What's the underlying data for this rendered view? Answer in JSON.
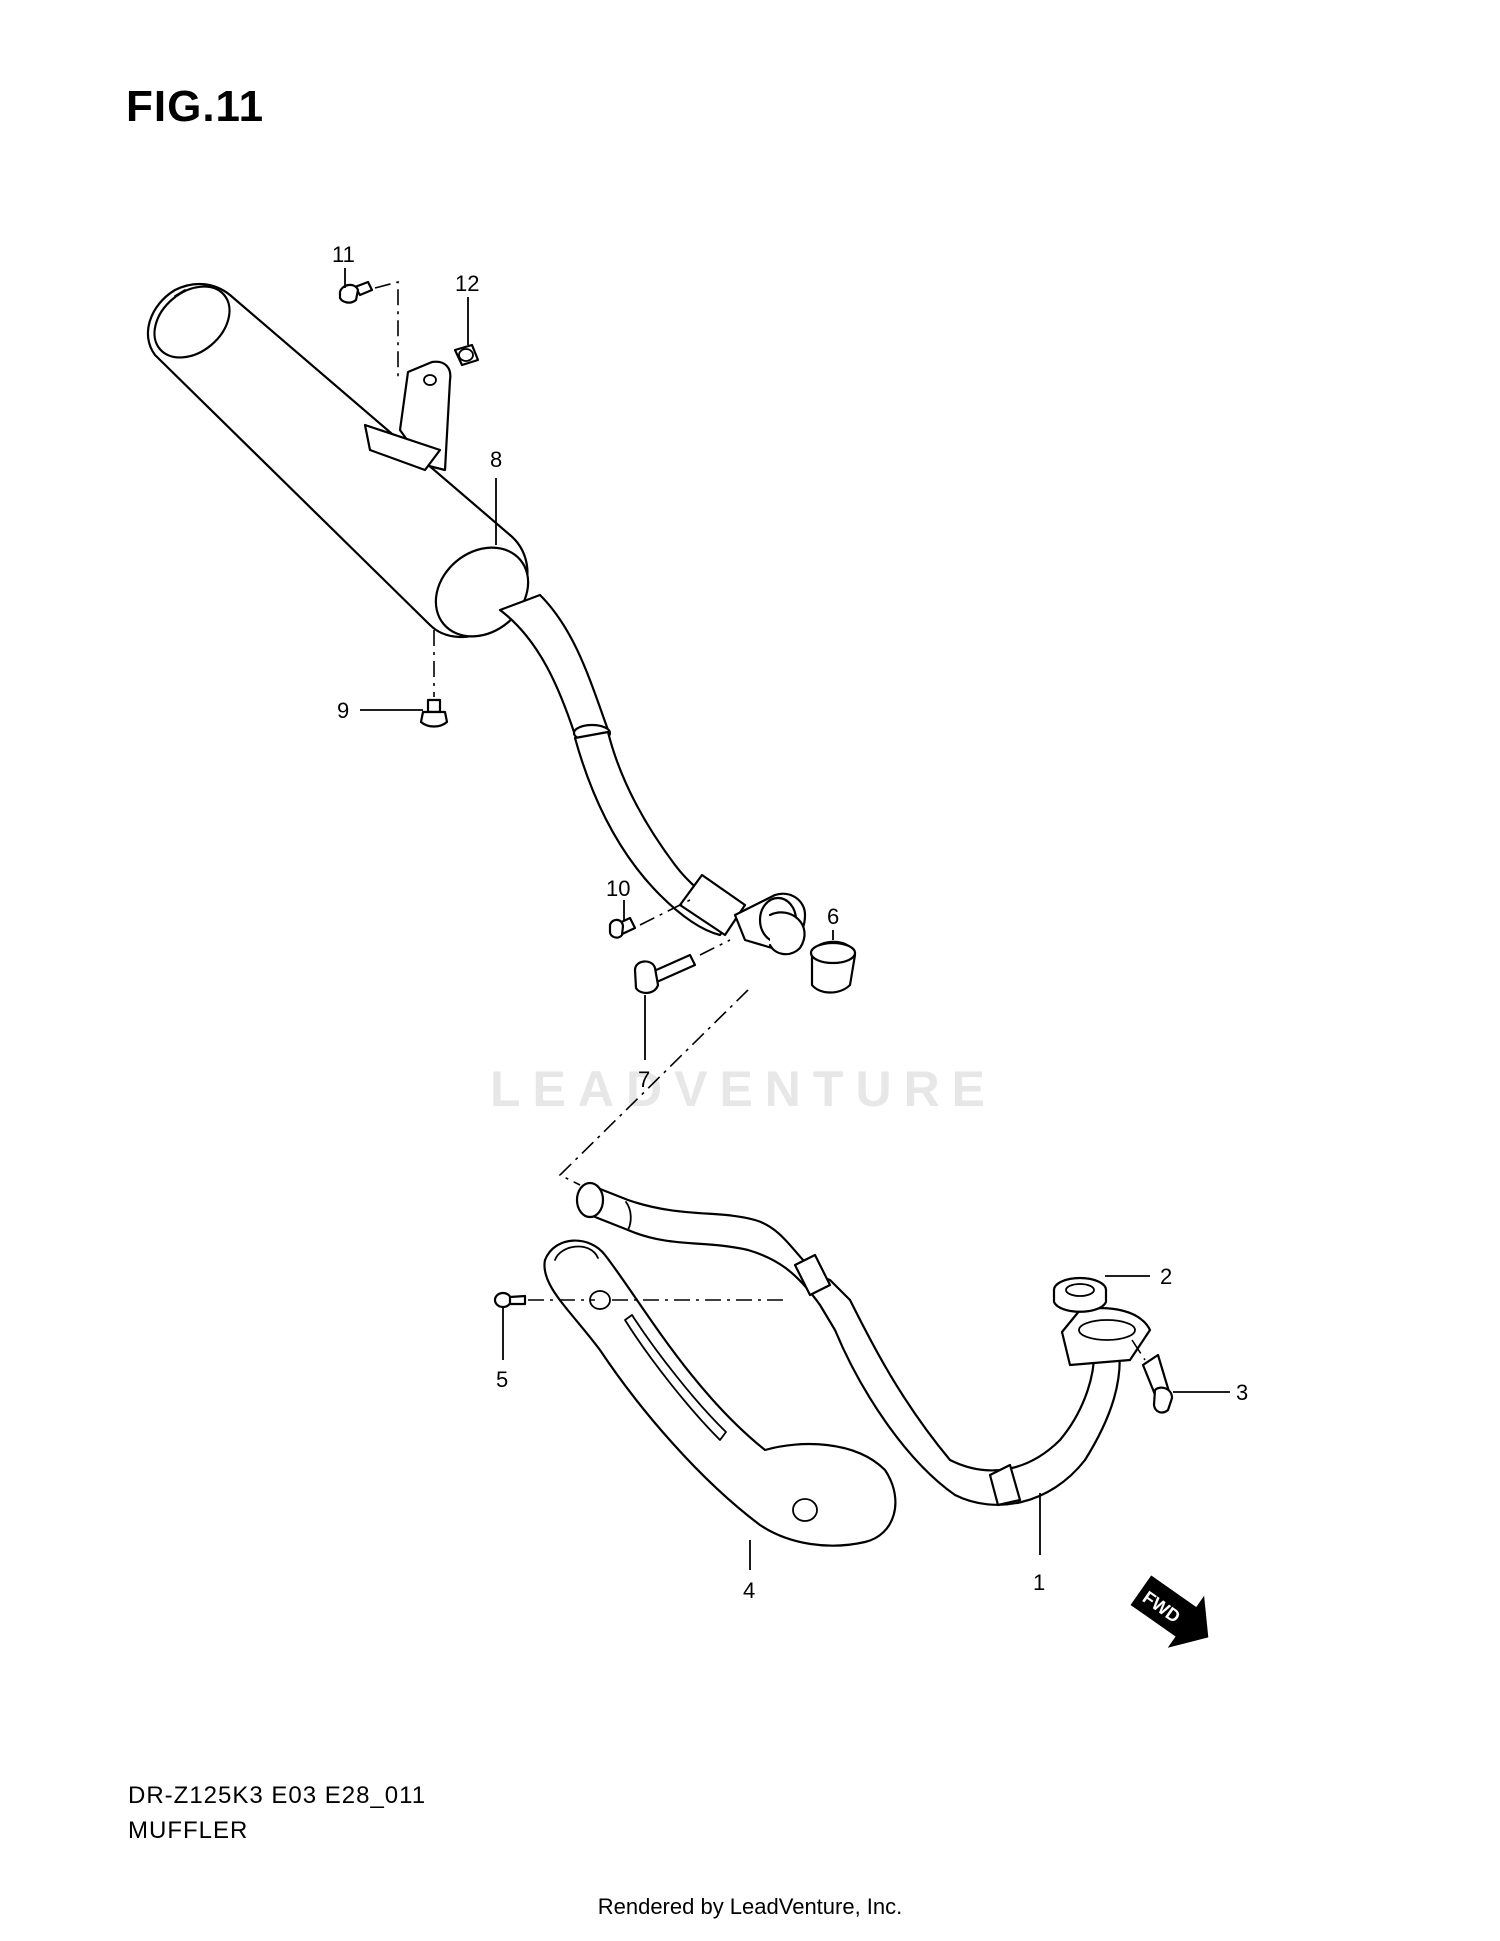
{
  "figure": {
    "title": "FIG.11",
    "model_code": "DR-Z125K3 E03 E28_011",
    "assembly_name": "MUFFLER",
    "watermark": "LEADVENTURE",
    "footer": "Rendered by LeadVenture, Inc.",
    "direction_marker": "FWD"
  },
  "callouts": {
    "c1": "1",
    "c2": "2",
    "c3": "3",
    "c4": "4",
    "c5": "5",
    "c6": "6",
    "c7": "7",
    "c8": "8",
    "c9": "9",
    "c10": "10",
    "c11": "11",
    "c12": "12"
  },
  "colors": {
    "line": "#000000",
    "background": "#ffffff",
    "watermark": "#e7e7e7"
  }
}
